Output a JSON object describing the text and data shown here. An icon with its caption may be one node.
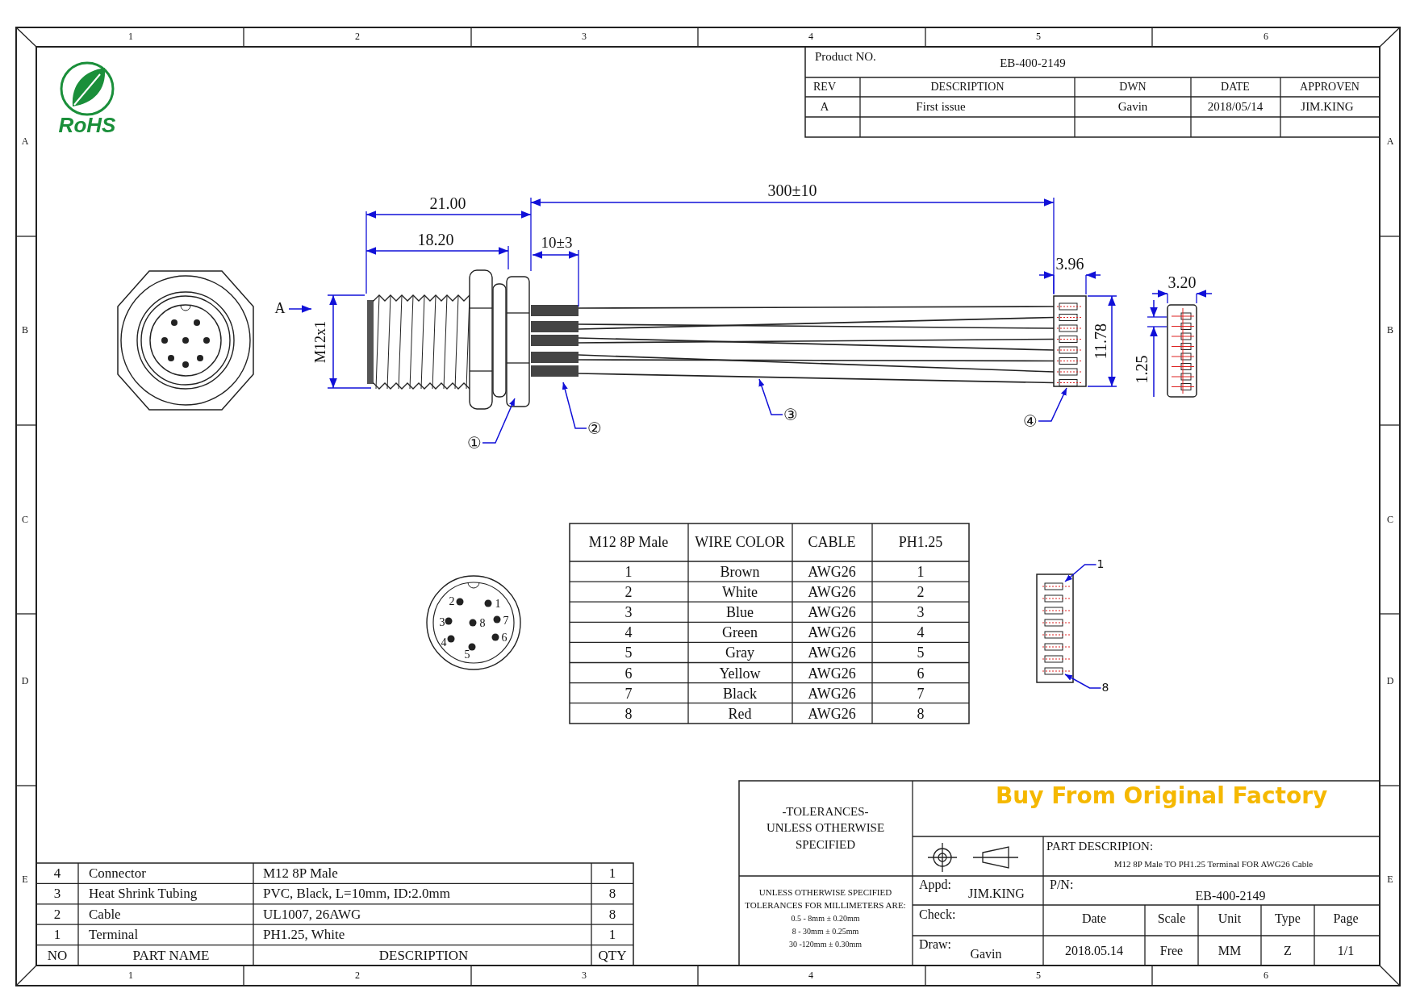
{
  "diagram": {
    "nodes": [
      {
        "text": [
          "①"
        ]
      },
      {
        "text": [
          "②"
        ]
      },
      {
        "text": [
          "③"
        ]
      },
      {
        "text": [
          "④"
        ]
      },
      {
        "text": [
          "1"
        ]
      },
      {
        "text": [
          "8"
        ]
      }
    ],
    "edges": [
      {
        "from": 0,
        "to": null,
        "arrow": "to"
      },
      {
        "from": 1,
        "to": null,
        "arrow": "to"
      },
      {
        "from": 2,
        "to": null,
        "arrow": "to"
      },
      {
        "from": 3,
        "to": null,
        "arrow": "to"
      },
      {
        "from": 4,
        "to": null,
        "arrow": "to"
      },
      {
        "from": 5,
        "to": null,
        "arrow": "to"
      }
    ],
    "labels": [
      "1",
      "2",
      "3",
      "4",
      "5",
      "6",
      "Product NO.",
      "EB-400-2149",
      "REV",
      "DESCRIPTION",
      "DWN",
      "DATE",
      "APPROVEN",
      "A",
      "First issue",
      "Gavin",
      "2018/05/14",
      "JIM.KING",
      "RoHS",
      "A",
      "B",
      "C",
      "D",
      "E",
      "A",
      "B",
      "C",
      "D",
      "E",
      "300±10",
      "21.00",
      "18.20",
      "10±3",
      "3.96",
      "3.20",
      "A",
      "M12x1",
      "11.78",
      "1.25",
      "2",
      "1",
      "3",
      "8",
      "7",
      "4",
      "6",
      "5",
      "M12 8P Male",
      "WIRE COLOR",
      "CABLE",
      "PH1.25",
      "1",
      "Brown",
      "AWG26",
      "1",
      "2",
      "White",
      "AWG26",
      "2",
      "3",
      "Blue",
      "AWG26",
      "3",
      "4",
      "Green",
      "AWG26",
      "4",
      "5",
      "Gray",
      "AWG26",
      "5",
      "6",
      "Yellow",
      "AWG26",
      "6",
      "7",
      "Black",
      "AWG26",
      "7",
      "8",
      "Red",
      "AWG26",
      "8",
      "-TOLERANCES- UNLESS OTHERWISE SPECIFIED",
      "Buy From Original Factory",
      "PART DESCRIPION:",
      "M12 8P Male TO PH1.25 Terminal FOR AWG26 Cable",
      "UNLESS OTHERWISE SPECIFIED",
      "TOLERANCES FOR MILLIMETERS ARE:",
      "0.5 - 8mm ± 0.20mm",
      "8 - 30mm ± 0.25mm",
      "30 -120mm ± 0.30mm",
      "Appd:",
      "JIM.KING",
      "P/N:",
      "EB-400-2149",
      "Check:",
      "Date",
      "Scale",
      "Unit",
      "Type",
      "Page",
      "Draw:",
      "Gavin",
      "2018.05.14",
      "Free",
      "MM",
      "Z",
      "1/1",
      "4",
      "Connector",
      "M12 8P Male",
      "1",
      "3",
      "Heat Shrink Tubing",
      "PVC, Black, L=10mm, ID:2.0mm",
      "8",
      "2",
      "Cable",
      "UL1007, 26AWG",
      "8",
      "1",
      "Terminal",
      "PH1.25, White",
      "1",
      "NO",
      "PART NAME",
      "DESCRIPTION",
      "QTY",
      "1",
      "2",
      "3",
      "4",
      "5",
      "6"
    ]
  }
}
